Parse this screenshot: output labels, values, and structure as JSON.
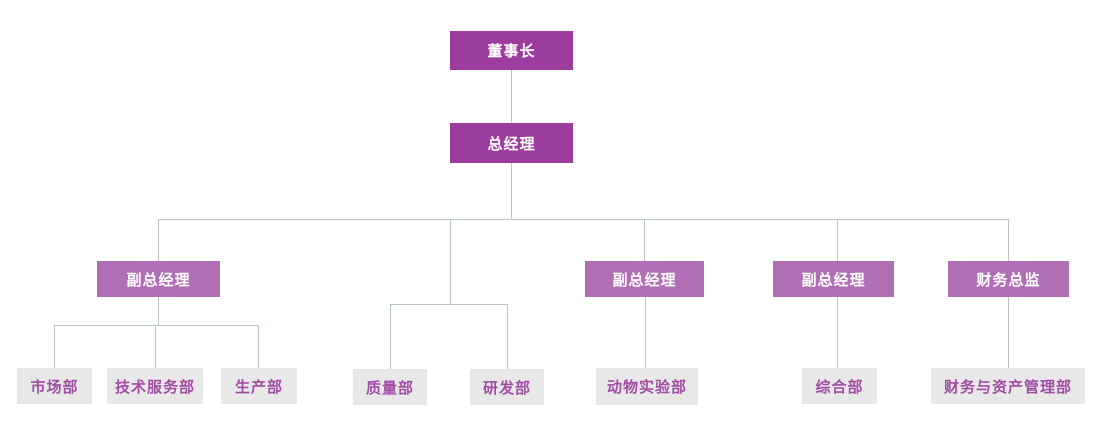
{
  "diagram": {
    "type": "org-chart",
    "background": "#FFFFFF",
    "colors": {
      "executive_box": "#9C3C9D",
      "manager_box": "#B06FB4",
      "department_box_bg": "#E9E8E9",
      "department_text": "#A04DA3",
      "executive_text": "#FFFFFF",
      "connector_line": "#B9C5CE"
    },
    "nodes": {
      "chairman": {
        "label": "董事长",
        "level": "executive",
        "reports_to": null
      },
      "general_manager": {
        "label": "总经理",
        "level": "executive",
        "reports_to": "chairman"
      },
      "deputy_gm_1": {
        "label": "副总经理",
        "level": "manager",
        "reports_to": "general_manager"
      },
      "deputy_gm_2": {
        "label": "副总经理",
        "level": "manager",
        "reports_to": "general_manager"
      },
      "deputy_gm_3": {
        "label": "副总经理",
        "level": "manager",
        "reports_to": "general_manager"
      },
      "finance_director": {
        "label": "财务总监",
        "level": "manager",
        "reports_to": "general_manager"
      },
      "marketing_dept": {
        "label": "市场部",
        "level": "department",
        "reports_to": "deputy_gm_1"
      },
      "tech_service_dept": {
        "label": "技术服务部",
        "level": "department",
        "reports_to": "deputy_gm_1"
      },
      "production_dept": {
        "label": "生产部",
        "level": "department",
        "reports_to": "deputy_gm_1"
      },
      "quality_dept": {
        "label": "质量部",
        "level": "department",
        "reports_to": "general_manager"
      },
      "rd_dept": {
        "label": "研发部",
        "level": "department",
        "reports_to": "general_manager"
      },
      "animal_lab_dept": {
        "label": "动物实验部",
        "level": "department",
        "reports_to": "deputy_gm_2"
      },
      "general_affairs_dept": {
        "label": "综合部",
        "level": "department",
        "reports_to": "deputy_gm_3"
      },
      "finance_asset_dept": {
        "label": "财务与资产管理部",
        "level": "department",
        "reports_to": "finance_director"
      }
    }
  }
}
